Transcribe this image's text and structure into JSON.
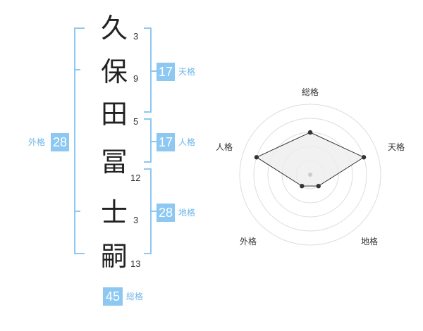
{
  "name": {
    "characters": [
      {
        "char": "久",
        "strokes": "3"
      },
      {
        "char": "保",
        "strokes": "9"
      },
      {
        "char": "田",
        "strokes": "5"
      },
      {
        "char": "冨",
        "strokes": "12"
      },
      {
        "char": "士",
        "strokes": "3"
      },
      {
        "char": "嗣",
        "strokes": "13"
      }
    ]
  },
  "fortunes": {
    "tenkaku": {
      "label": "天格",
      "value": "17"
    },
    "jinkaku": {
      "label": "人格",
      "value": "17"
    },
    "chikaku": {
      "label": "地格",
      "value": "28"
    },
    "gaikaku": {
      "label": "外格",
      "value": "28"
    },
    "soukaku": {
      "label": "総格",
      "value": "45"
    }
  },
  "chart_data": {
    "type": "radar",
    "axes": [
      "総格",
      "天格",
      "地格",
      "外格",
      "人格"
    ],
    "values": [
      3,
      4,
      1,
      1,
      4
    ],
    "max": 5,
    "rings": 5
  },
  "colors": {
    "accent": "#8cc8f2",
    "bracket": "#8cc8f2",
    "label": "#6fb6e8",
    "radar_fill": "#eeeeee",
    "radar_ring": "#dddddd"
  }
}
